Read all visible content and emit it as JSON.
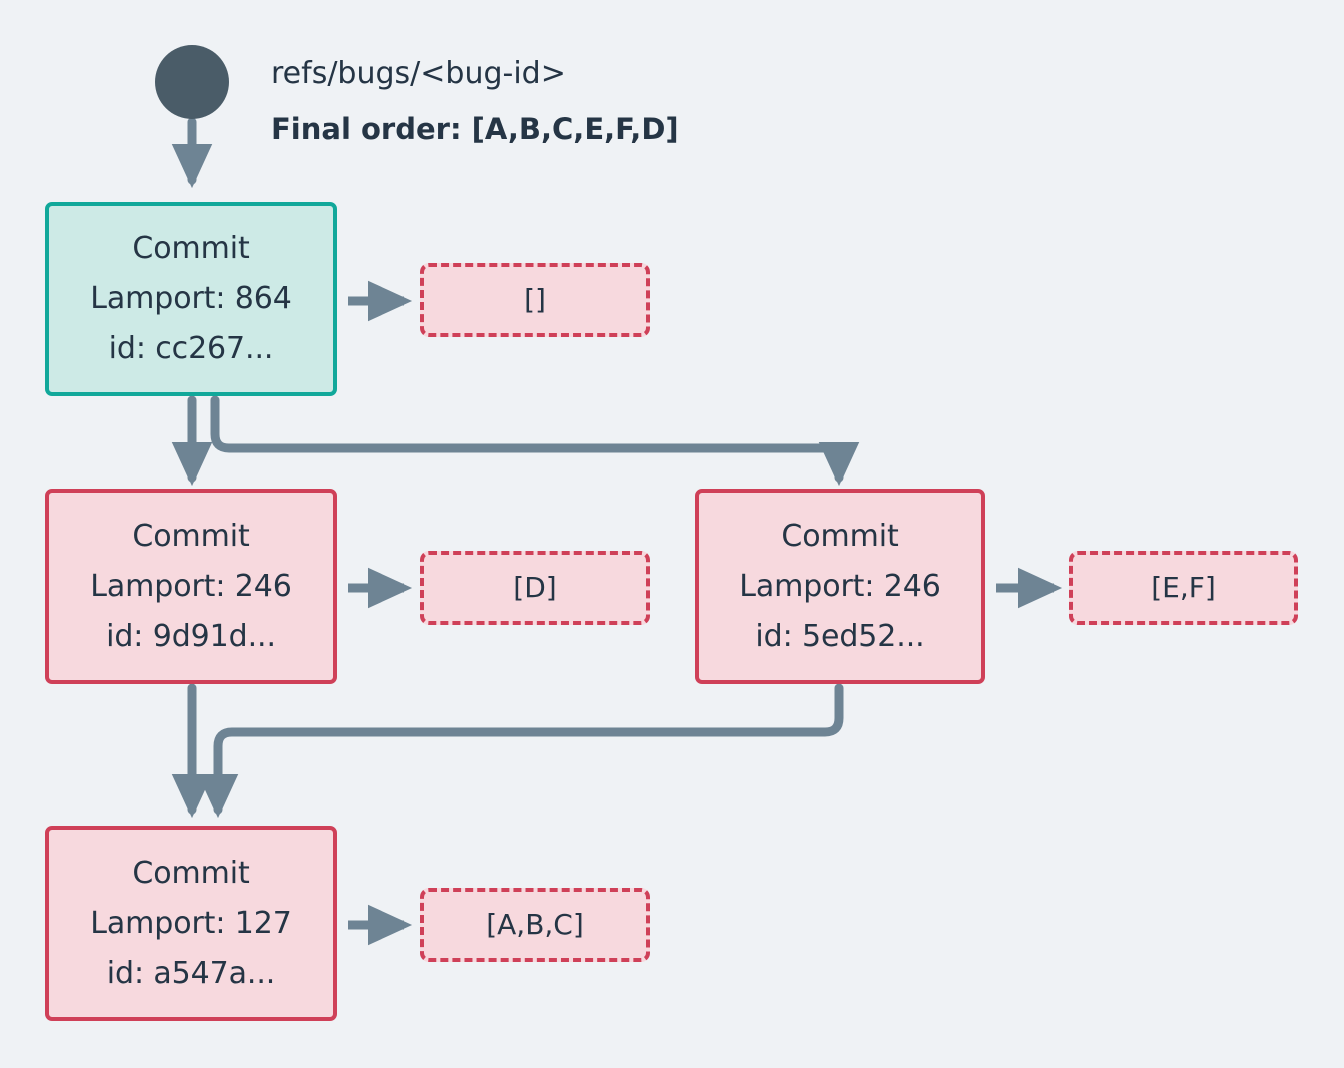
{
  "diagram": {
    "title_ref": "refs/bugs/<bug-id>",
    "final_order": "Final order: [A,B,C,E,F,D]",
    "colors": {
      "background": "#eff2f5",
      "root_fill": "#cdeae6",
      "root_border": "#11a89a",
      "commit_fill": "#f7d9de",
      "commit_border": "#cf4058",
      "ops_border": "#cf4058",
      "edge": "#6e8494",
      "node_circle": "#4a5c68",
      "text": "#253545"
    },
    "root_marker": {
      "name": "branch-head-dot"
    },
    "nodes": [
      {
        "id": "cc267",
        "kind": "root",
        "lines": [
          "Commit",
          "Lamport: 864",
          "id: cc267..."
        ],
        "operations": "[]"
      },
      {
        "id": "9d91d",
        "kind": "commit",
        "lines": [
          "Commit",
          "Lamport: 246",
          "id: 9d91d..."
        ],
        "operations": "[D]"
      },
      {
        "id": "5ed52",
        "kind": "commit",
        "lines": [
          "Commit",
          "Lamport: 246",
          "id: 5ed52..."
        ],
        "operations": "[E,F]"
      },
      {
        "id": "a547a",
        "kind": "commit",
        "lines": [
          "Commit",
          "Lamport: 127",
          "id: a547a..."
        ],
        "operations": "[A,B,C]"
      }
    ]
  }
}
